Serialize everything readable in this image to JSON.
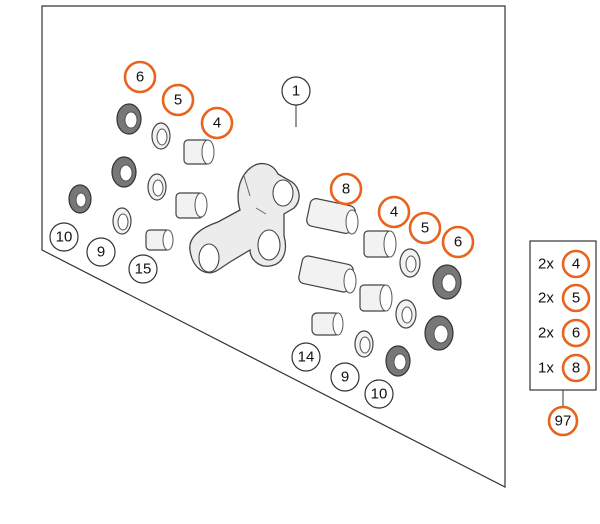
{
  "colors": {
    "highlight": "#e8641e",
    "outline": "#333333",
    "panel": "#ffffff"
  },
  "callouts": {
    "main_assembly": "1",
    "left_cap_top": "6",
    "left_washer_top": "5",
    "left_bushing_top": "4",
    "left_seal": "10",
    "left_washer_low": "9",
    "left_bushing_low": "15",
    "right_pin_top": "8",
    "right_bushing_top": "4",
    "right_washer_top": "5",
    "right_cap_top": "6",
    "right_bushing_low": "14",
    "right_washer_low": "9",
    "right_seal": "10"
  },
  "kit": {
    "rows": [
      {
        "qty": "2x",
        "part": "4"
      },
      {
        "qty": "2x",
        "part": "5"
      },
      {
        "qty": "2x",
        "part": "6"
      },
      {
        "qty": "1x",
        "part": "8"
      }
    ],
    "kit_number": "97"
  }
}
